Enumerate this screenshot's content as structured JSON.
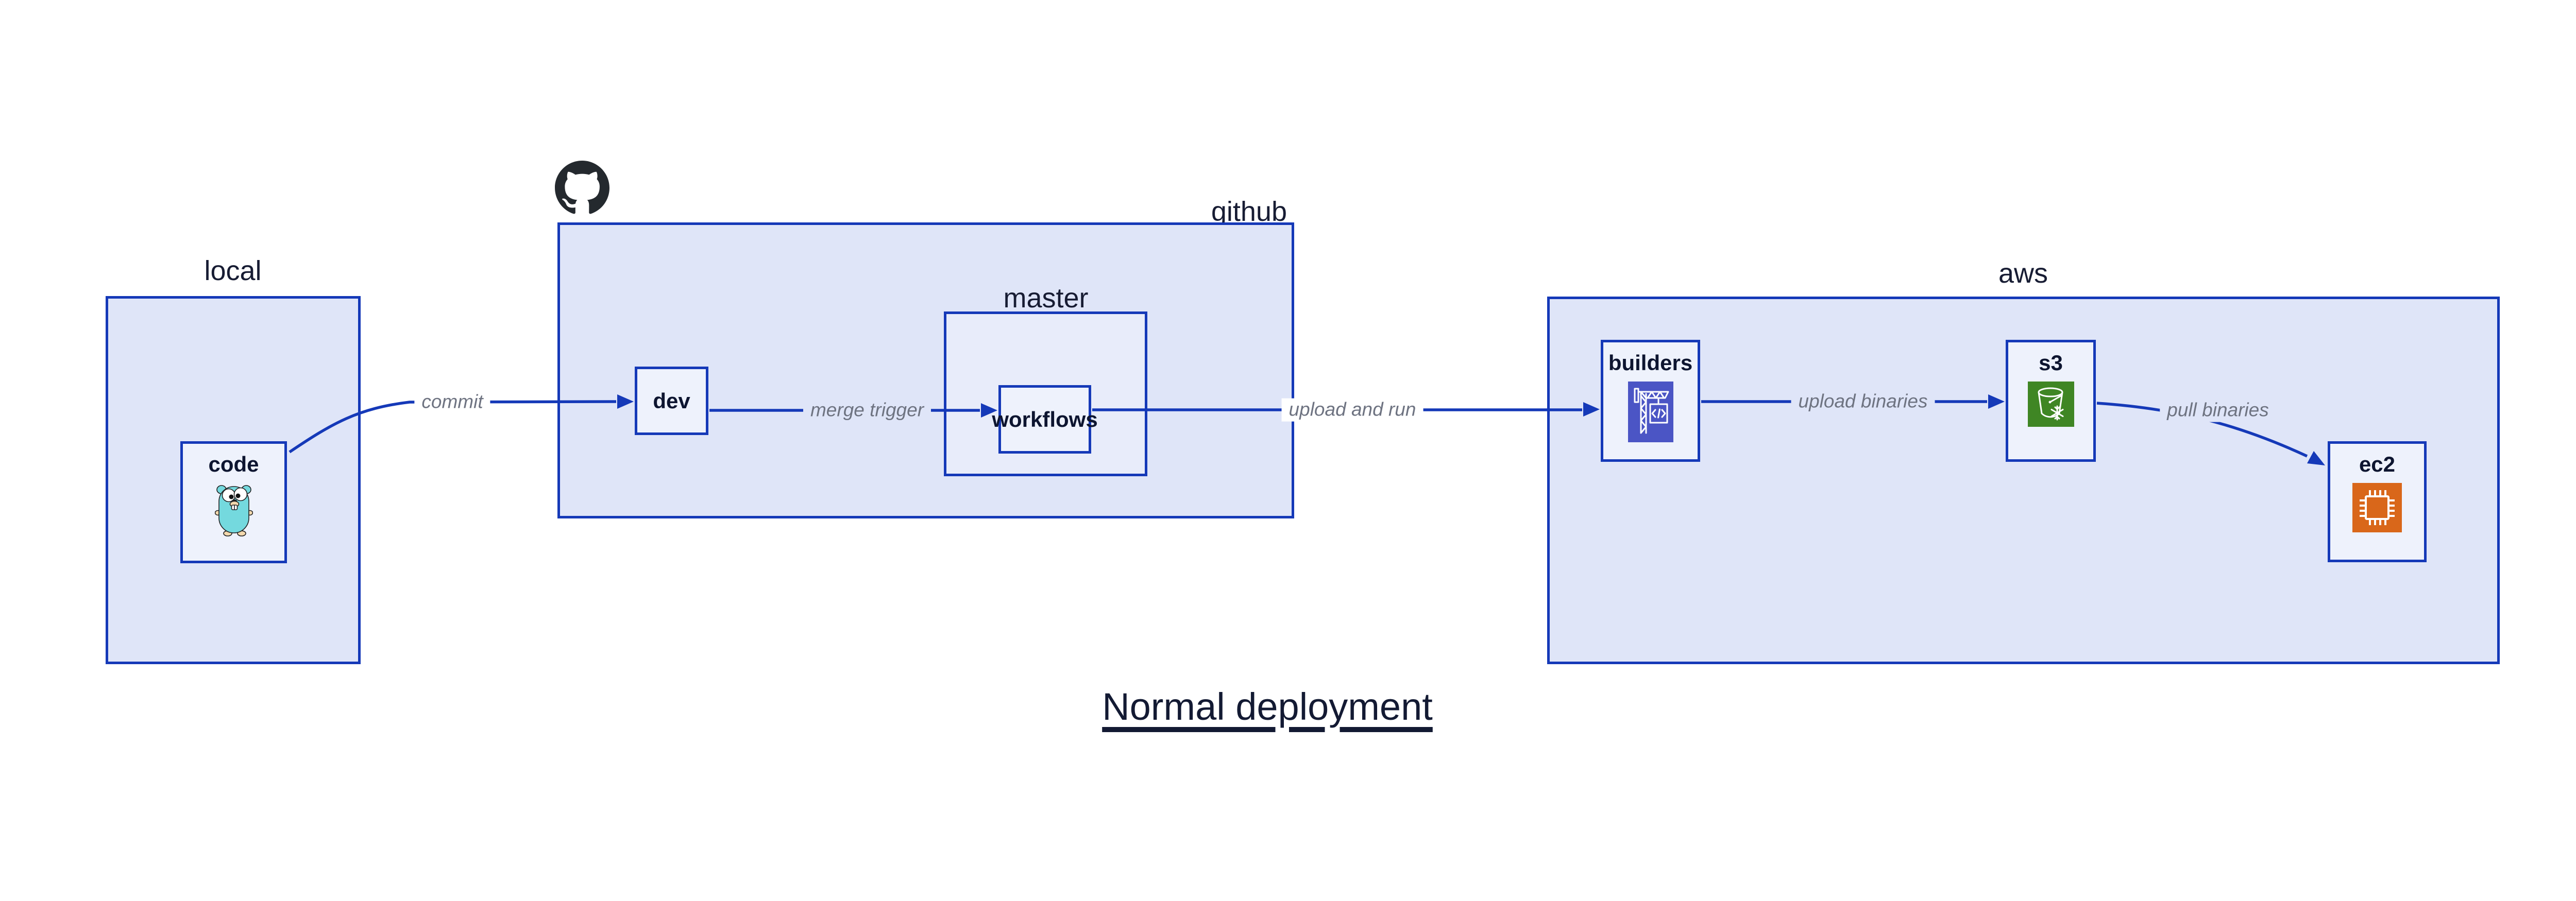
{
  "title": {
    "text": "Normal deployment"
  },
  "containers": {
    "local": {
      "label": "local"
    },
    "github": {
      "label": "github"
    },
    "master": {
      "label": "master"
    },
    "aws": {
      "label": "aws"
    }
  },
  "nodes": {
    "code": {
      "label": "code",
      "icon": "go-gopher-icon"
    },
    "dev": {
      "label": "dev"
    },
    "workflows": {
      "label": "workflows"
    },
    "builders": {
      "label": "builders",
      "icon": "codebuild-crane-icon"
    },
    "s3": {
      "label": "s3",
      "icon": "s3-bucket-icon"
    },
    "ec2": {
      "label": "ec2",
      "icon": "ec2-chip-icon"
    }
  },
  "edges": [
    {
      "from": "code",
      "to": "dev",
      "label": "commit"
    },
    {
      "from": "dev",
      "to": "workflows",
      "label": "merge trigger"
    },
    {
      "from": "workflows",
      "to": "builders",
      "label": "upload and run"
    },
    {
      "from": "builders",
      "to": "s3",
      "label": "upload binaries"
    },
    {
      "from": "s3",
      "to": "ec2",
      "label": "pull binaries"
    }
  ],
  "colors": {
    "stroke_blue": "#1539b8",
    "container_fill": "#dfe5f8",
    "master_fill": "#e8ecfa",
    "node_fill": "#eef2fc",
    "edge_label_gray": "#6e7381",
    "github_logo": "#24292e",
    "codebuild_indigo": "#4b55c5",
    "s3_green": "#3f8624",
    "ec2_orange": "#d9671a",
    "gopher_teal": "#74d9de"
  }
}
